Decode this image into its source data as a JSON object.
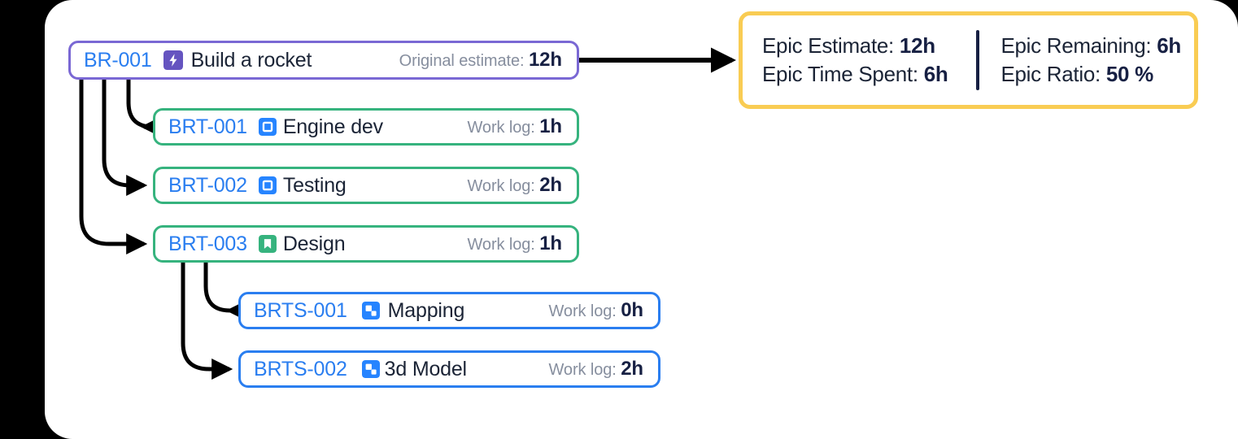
{
  "canvas": {
    "background": "#ffffff",
    "page_background": "#000000"
  },
  "colors": {
    "epic_border": "#7a68d4",
    "task_border": "#36b37e",
    "subtask_border": "#2a7ef0",
    "summary_border": "#f9cc53",
    "key_text": "#2a7ef0",
    "title_text": "#1b2436",
    "label_text": "#868e9e",
    "value_text": "#172043",
    "connector": "#000000"
  },
  "epic": {
    "key": "BR-001",
    "icon": "epic-bolt-icon",
    "title": "Build a rocket",
    "metric_label": "Original estimate:",
    "metric_value": "12h"
  },
  "tasks": [
    {
      "key": "BRT-001",
      "icon": "task-square-icon",
      "title": "Engine dev",
      "metric_label": "Work log:",
      "metric_value": "1h"
    },
    {
      "key": "BRT-002",
      "icon": "task-square-icon",
      "title": "Testing",
      "metric_label": "Work log:",
      "metric_value": "2h"
    },
    {
      "key": "BRT-003",
      "icon": "story-bookmark-icon",
      "title": "Design",
      "metric_label": "Work log:",
      "metric_value": "1h"
    }
  ],
  "subtasks": [
    {
      "key": "BRTS-001",
      "icon": "subtask-icon",
      "title": "Mapping",
      "metric_label": "Work log:",
      "metric_value": "0h"
    },
    {
      "key": "BRTS-002",
      "icon": "subtask-icon",
      "title": "3d Model",
      "metric_label": "Work log:",
      "metric_value": "2h"
    }
  ],
  "summary": {
    "left": [
      {
        "label": "Epic Estimate:",
        "value": "12h"
      },
      {
        "label": "Epic Time Spent:",
        "value": "6h"
      }
    ],
    "right": [
      {
        "label": "Epic Remaining:",
        "value": "6h"
      },
      {
        "label": "Epic Ratio:",
        "value": "50 %"
      }
    ]
  }
}
